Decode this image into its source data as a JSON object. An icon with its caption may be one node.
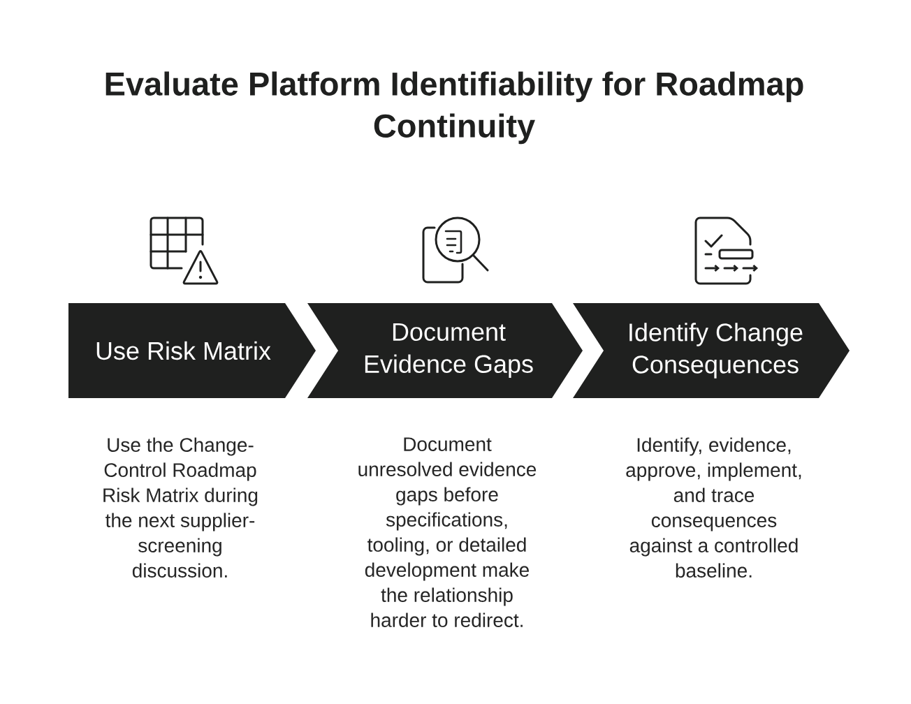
{
  "diagram": {
    "title": "Evaluate Platform Identifiability for Roadmap Continuity",
    "nodes": [
      {
        "text": [
          "Use Risk Matrix"
        ],
        "beside": [
          "Use the Change-Control Roadmap Risk Matrix during the next supplier-screening discussion."
        ]
      },
      {
        "text": [
          "Document Evidence Gaps"
        ],
        "beside": [
          "Document unresolved evidence gaps before specifications, tooling, or detailed development make the relationship harder to redirect."
        ]
      },
      {
        "text": [
          "Identify Change Consequences"
        ],
        "beside": [
          "Identify, evidence, approve, implement, and trace consequences against a controlled baseline."
        ]
      }
    ]
  }
}
